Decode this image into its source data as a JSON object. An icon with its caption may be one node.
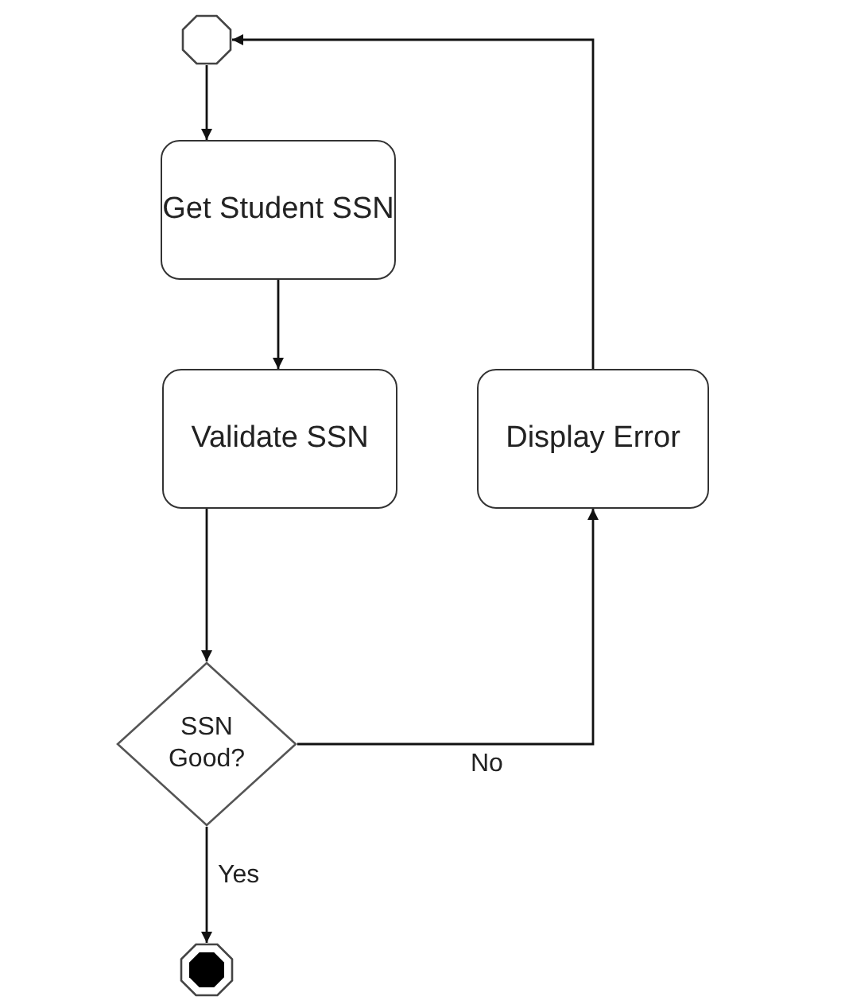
{
  "diagram": {
    "nodes": [
      {
        "text": [],
        "shape": "octagon"
      },
      {
        "text": [
          "Get Student SSN"
        ]
      },
      {
        "text": [
          "Validate SSN"
        ]
      },
      {
        "text": [
          "Display Error"
        ]
      },
      {
        "text": [
          "SSN Good?"
        ]
      },
      {
        "text": [],
        "shape": "bullseye"
      }
    ],
    "edges": [
      {
        "from": 0,
        "to": 1,
        "arrow": "to"
      },
      {
        "from": 1,
        "to": 2,
        "arrow": "to"
      },
      {
        "from": 2,
        "to": 4,
        "arrow": "to"
      },
      {
        "from": 4,
        "to": 3,
        "label": "No",
        "arrow": "to"
      },
      {
        "from": 3,
        "to": 0,
        "arrow": "to"
      },
      {
        "from": 4,
        "to": 5,
        "label": "Yes",
        "arrow": "to"
      }
    ]
  }
}
